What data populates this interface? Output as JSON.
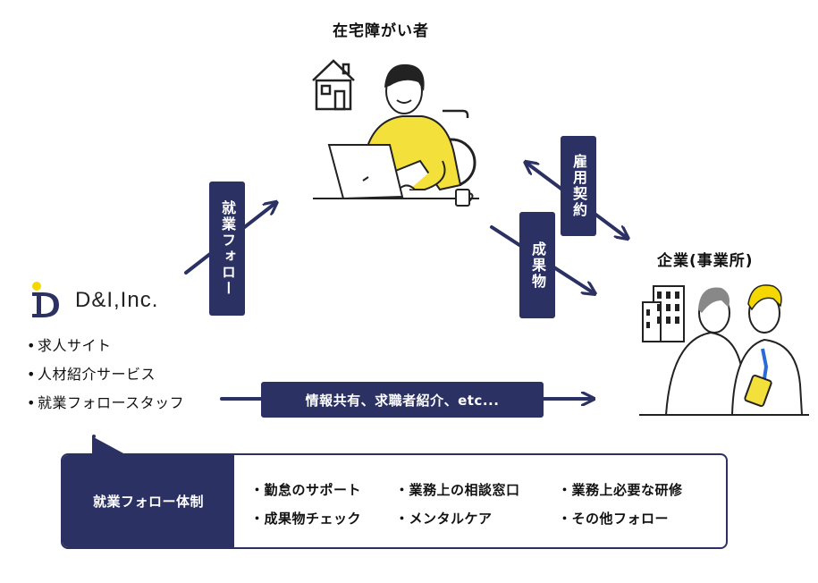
{
  "nodes": {
    "worker": "在宅障がい者",
    "company": "企業(事業所)"
  },
  "company_logo_text": "D&I,Inc.",
  "services": [
    "求人サイト",
    "人材紹介サービス",
    "就業フォロースタッフ"
  ],
  "arrows": {
    "follow": "就業フォロー",
    "employment": "雇用契約",
    "deliverables": "成果物",
    "info": "情報共有、求職者紹介、etc..."
  },
  "support": {
    "heading": "就業フォロー体制",
    "items": [
      "・勤怠のサポート",
      "・業務上の相談窓口",
      "・業務上必要な研修",
      "・成果物チェック",
      "・メンタルケア",
      "・その他フォロー"
    ]
  },
  "colors": {
    "navy": "#2b3263",
    "yellow": "#f3e03a",
    "accent_yellow": "#f5d800"
  }
}
